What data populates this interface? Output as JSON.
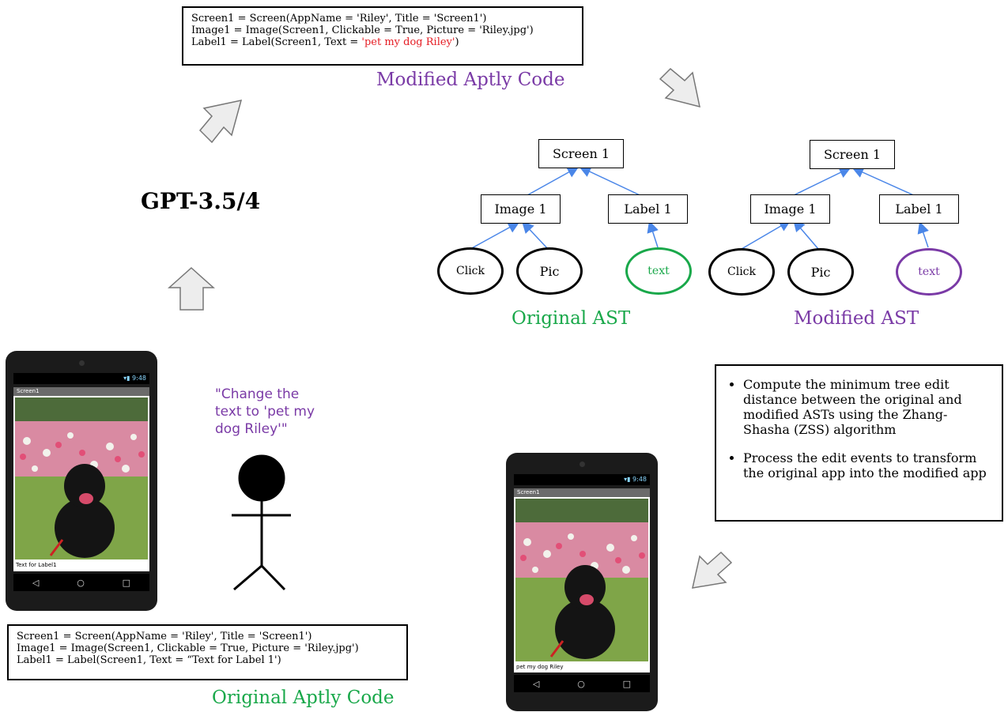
{
  "modified_code": {
    "line1": "Screen1 = Screen(AppName = 'Riley', Title = 'Screen1')",
    "line2": "Image1 = Image(Screen1, Clickable = True, Picture = 'Riley.jpg')",
    "line3_prefix": "Label1 = Label(Screen1, Text = ",
    "line3_highlight": "'pet my dog Riley'",
    "line3_suffix": ")",
    "caption": "Modified Aptly Code"
  },
  "original_code": {
    "line1": "Screen1 = Screen(AppName = 'Riley', Title = 'Screen1')",
    "line2": "Image1 = Image(Screen1, Clickable = True, Picture = 'Riley.jpg')",
    "line3": "Label1 = Label(Screen1, Text = “Text for Label 1')",
    "caption": "Original Aptly Code"
  },
  "model_label": "GPT-3.5/4",
  "user_request": [
    "\"Change the",
    "text to 'pet my",
    "dog Riley'\""
  ],
  "original_ast": {
    "caption": "Original AST",
    "root": "Screen 1",
    "image": "Image 1",
    "label": "Label 1",
    "click": "Click",
    "pic": "Pic",
    "text": "text"
  },
  "modified_ast": {
    "caption": "Modified AST",
    "root": "Screen 1",
    "image": "Image 1",
    "label": "Label 1",
    "click": "Click",
    "pic": "Pic",
    "text": "text"
  },
  "info_bullets": [
    "Compute the minimum tree edit distance between the original and modified ASTs using the Zhang-Shasha (ZSS) algorithm",
    "Process the edit events to transform the original app into the modified app"
  ],
  "phone_original": {
    "status_time": "9:48",
    "screen_title": "Screen1",
    "label_text": "Text for Label1",
    "nav": [
      "◁",
      "○",
      "□"
    ]
  },
  "phone_modified": {
    "status_time": "9:48",
    "screen_title": "Screen1",
    "label_text": "pet my dog Riley",
    "nav": [
      "◁",
      "○",
      "□"
    ]
  },
  "colors": {
    "purple": "#7a3aa6",
    "green": "#19a84a",
    "red": "#e51c23",
    "edge_blue": "#4a86e8"
  }
}
